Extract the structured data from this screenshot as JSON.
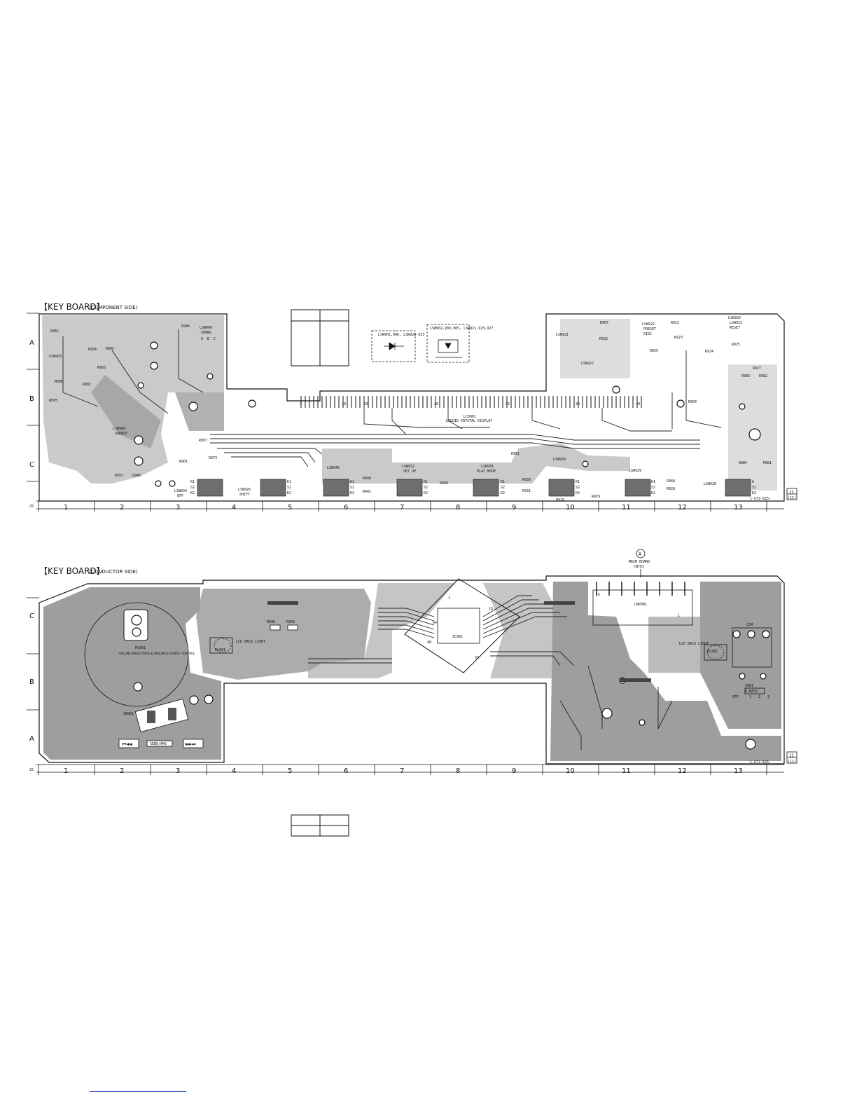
{
  "component_side": {
    "title": "KEY BOARD",
    "subtitle": "(COMPONENT SIDE)",
    "grid_cols": [
      "1",
      "2",
      "3",
      "4",
      "5",
      "6",
      "7",
      "8",
      "9",
      "10",
      "11",
      "12",
      "13"
    ],
    "grid_rows": [
      "A",
      "B",
      "C"
    ],
    "corner_mark": "25",
    "sheet_ref": "11",
    "sheet_ref2": "(11)",
    "part_no": "1-672-825-",
    "legend_1": "LSW901,906, LSW928-933",
    "legend_2": "LSW902,903,905, LSW921-925,927",
    "parts": [
      "R961",
      "LSW903",
      "R904",
      "R905",
      "R903",
      "R902",
      "MODE",
      "R995",
      "R906",
      "LSW906",
      "SOUND",
      "LSW904",
      "SOURCE",
      "R907",
      "R973",
      "R901",
      "R997",
      "D945",
      "LSW934",
      "OFF",
      "LSW926",
      "SHIFT",
      "LSW945",
      "R940",
      "R942",
      "LSW932",
      "SET UP",
      "R939",
      "LSW931",
      "PLAY MODE",
      "R951",
      "LSW930",
      "R930",
      "R931",
      "LSW929",
      "R929",
      "R926",
      "R928",
      "LSW928",
      "R968",
      "LSW927",
      "R927",
      "R984",
      "R981",
      "R983",
      "R982",
      "R994",
      "LSW925",
      "R925",
      "R955",
      "LSW923",
      "RESET",
      "R924",
      "R922",
      "R923",
      "LSW922",
      "PRESET",
      "DISC",
      "R932",
      "R967",
      "LSW921",
      "LCD901",
      "LIQUID CRYSTAL DISPLAY"
    ],
    "lcd_pins": [
      "1",
      "10",
      "15",
      "20",
      "25",
      "30",
      "40"
    ],
    "terminals": [
      "K1",
      "S2",
      "K2",
      "A",
      "B",
      "C"
    ]
  },
  "conductor_side": {
    "title": "KEY BOARD",
    "subtitle": "(CONDUCTOR SIDE)",
    "grid_cols": [
      "1",
      "2",
      "3",
      "4",
      "5",
      "6",
      "7",
      "8",
      "9",
      "10",
      "11",
      "12",
      "13"
    ],
    "grid_rows": [
      "C",
      "B",
      "A"
    ],
    "corner_mark": "25",
    "sheet_ref": "11",
    "sheet_ref2": "(11)",
    "part_no": "1-672-825-",
    "main_board_mark": "A",
    "main_board": "MAIN BOARD",
    "main_board_ref": "CN701",
    "parts": [
      "RV901",
      "VOLUME/BASS/TREBLE/BALANCE/FADER CONTROL",
      "SW901",
      "SEEK/AMS",
      "R936",
      "R969",
      "PL901",
      "LCD BACK LIGHT",
      "IC901",
      "CNP901",
      "PL902",
      "S981",
      "D-BASS",
      "OFF",
      "COM"
    ],
    "ic_pins": [
      "1",
      "16",
      "33",
      "48",
      "64"
    ],
    "cnp_pins": [
      "1",
      "15"
    ],
    "switch_positions": [
      "1",
      "2",
      "3"
    ]
  }
}
